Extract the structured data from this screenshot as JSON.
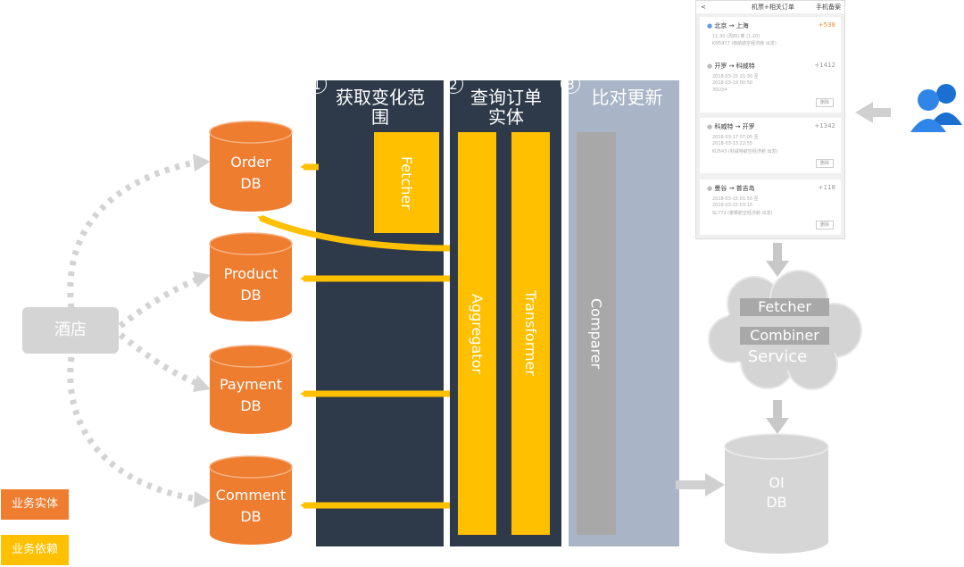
{
  "columns": [
    {
      "number": "1",
      "title_line1": "获取变化范",
      "title_line2": "围"
    },
    {
      "number": "2",
      "title_line1": "查询订单",
      "title_line2": "实体"
    },
    {
      "number": "3",
      "title_line1": "比对更新",
      "title_line2": ""
    }
  ],
  "bars": {
    "fetcher": "Fetcher",
    "aggregator": "Aggregator",
    "transformer": "Transformer",
    "comparer": "Comparer"
  },
  "databases": [
    {
      "line1": "Order",
      "line2": "DB"
    },
    {
      "line1": "Product",
      "line2": "DB"
    },
    {
      "line1": "Payment",
      "line2": "DB"
    },
    {
      "line1": "Comment",
      "line2": "DB"
    }
  ],
  "hotel": "酒店",
  "legend": {
    "entity": "业务实体",
    "dependency": "业务依赖"
  },
  "service": {
    "fetcher": "Fetcher",
    "combiner": "Combiner",
    "service": "Service"
  },
  "oi_db": {
    "line1": "OI",
    "line2": "DB"
  },
  "phone": {
    "back": "<",
    "title": "机票+相关订单",
    "right": "手机备案",
    "orders": [
      {
        "route": "北京 → 上海",
        "price": "+538",
        "lines": [
          "11:30 (周四) 乘 (1:20)",
          "KN5977 (南航航空经济舱 出发)"
        ],
        "button": ""
      },
      {
        "route": "开罗 → 科威特",
        "price": "+1412",
        "lines": [
          "2018-03-15 21:30 至",
          "2018-03-19 00:50",
          "3SU34"
        ],
        "button": "删除"
      },
      {
        "route": "科威特 → 开罗",
        "price": "+1342",
        "lines": [
          "2018-03-17 07:05 至",
          "2018-03-13 22:55",
          "KU543 (科威特航空经济舱 出发)"
        ],
        "button": "删除"
      },
      {
        "route": "曼谷 → 普吉岛",
        "price": "+118",
        "lines": [
          "2018-03-15 01:50 至",
          "2018-03-15 03:15",
          "SL772 (泰狮航空经济舱 出发)"
        ],
        "button": "删除"
      }
    ]
  },
  "colors": {
    "navy": "#2e3a4a",
    "steel": "#a9b5c6",
    "yellow": "#ffc000",
    "orange": "#ee7d30",
    "gray": "#a8a8a8",
    "dots": "#d0d0d0"
  }
}
